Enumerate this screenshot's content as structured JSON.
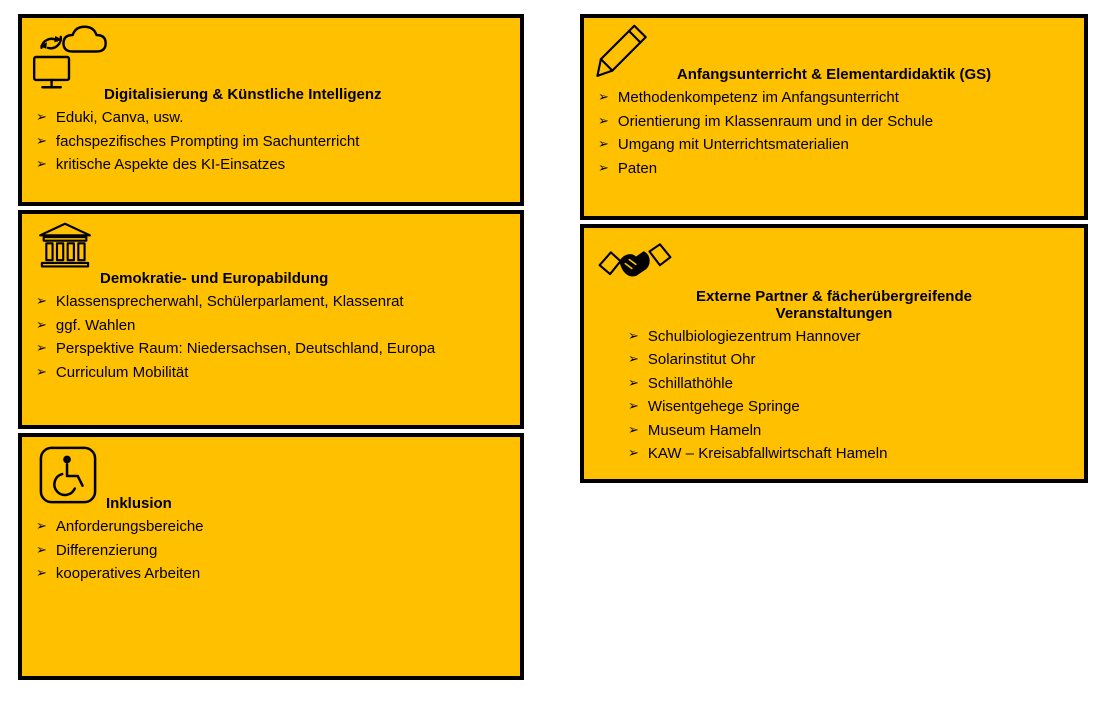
{
  "bullet_char": "➢",
  "colors": {
    "card_background": "#FFC000",
    "card_border": "#000000",
    "text": "#000000",
    "page_background": "#FFFFFF"
  },
  "cards": [
    {
      "icon": "computer-cloud-sync-icon",
      "title": "Digitalisierung & Künstliche Intelligenz",
      "items": [
        "Eduki, Canva, usw.",
        "fachspezifisches Prompting im Sachunterricht",
        "kritische Aspekte des KI-Einsatzes"
      ]
    },
    {
      "icon": "classical-building-icon",
      "title": "Demokratie- und Europabildung",
      "items": [
        "Klassensprecherwahl, Schülerparlament, Klassenrat",
        "ggf. Wahlen",
        "Perspektive Raum: Niedersachsen, Deutschland, Europa",
        "Curriculum Mobilität"
      ]
    },
    {
      "icon": "wheelchair-accessibility-icon",
      "title": "Inklusion",
      "items": [
        "Anforderungsbereiche",
        "Differenzierung",
        "kooperatives Arbeiten"
      ]
    },
    {
      "icon": "pencil-icon",
      "title": "Anfangsunterricht & Elementardidaktik (GS)",
      "items": [
        "Methodenkompetenz im Anfangsunterricht",
        "Orientierung im Klassenraum und in der Schule",
        "Umgang mit Unterrichtsmaterialien",
        "Paten"
      ]
    },
    {
      "icon": "handshake-icon",
      "title": "Externe Partner & fächerübergreifende Veranstaltungen",
      "items": [
        "Schulbiologiezentrum Hannover",
        "Solarinstitut Ohr",
        "Schillathöhle",
        "Wisentgehege Springe",
        "Museum Hameln",
        "KAW – Kreisabfallwirtschaft Hameln"
      ]
    }
  ]
}
